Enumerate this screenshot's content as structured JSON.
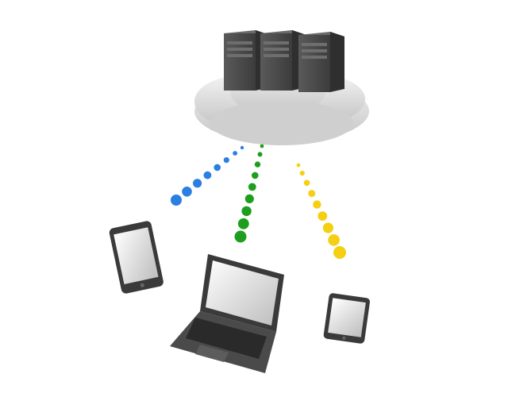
{
  "scene": {
    "description_icons": [
      "cloud-icon",
      "server-icon",
      "tablet-icon",
      "laptop-icon",
      "small-tablet-icon"
    ],
    "colors": {
      "background": "#ffffff",
      "cloud": "#d6d6d6",
      "server_body": "#4a4a4a",
      "device_body": "#3a3a3a",
      "screen": "#e8e8e8",
      "link_blue": "#2b7fe0",
      "link_green": "#1e9e1e",
      "link_yellow": "#f5cf12"
    },
    "connections": [
      {
        "name": "blue",
        "color": "#2b7fe0",
        "dot_count": 8
      },
      {
        "name": "green",
        "color": "#1e9e1e",
        "dot_count": 9
      },
      {
        "name": "yellow",
        "color": "#f5cf12",
        "dot_count": 9
      }
    ]
  }
}
